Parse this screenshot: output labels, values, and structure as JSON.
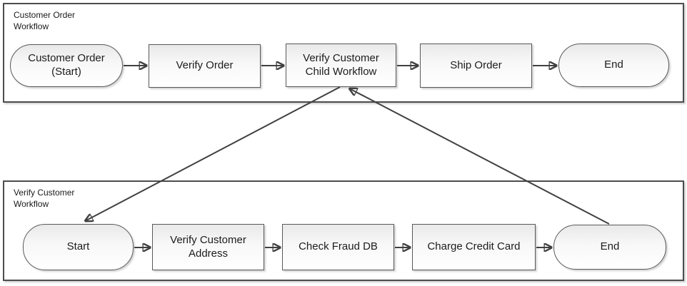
{
  "diagram": {
    "workflows": [
      {
        "title": "Customer Order\nWorkflow",
        "nodes": [
          {
            "label": "Customer Order (Start)",
            "type": "terminator-start"
          },
          {
            "label": "Verify Order",
            "type": "process"
          },
          {
            "label": "Verify Customer Child Workflow",
            "type": "subprocess"
          },
          {
            "label": "Ship Order",
            "type": "process"
          },
          {
            "label": "End",
            "type": "terminator-end"
          }
        ]
      },
      {
        "title": "Verify Customer\nWorkflow",
        "nodes": [
          {
            "label": "Start",
            "type": "terminator-start"
          },
          {
            "label": "Verify Customer Address",
            "type": "process"
          },
          {
            "label": "Check Fraud DB",
            "type": "process"
          },
          {
            "label": "Charge Credit Card",
            "type": "process"
          },
          {
            "label": "End",
            "type": "terminator-end"
          }
        ]
      }
    ],
    "connections": [
      {
        "from": "Customer Order (Start)",
        "to": "Verify Order"
      },
      {
        "from": "Verify Order",
        "to": "Verify Customer Child Workflow"
      },
      {
        "from": "Verify Customer Child Workflow",
        "to": "Ship Order"
      },
      {
        "from": "Ship Order",
        "to": "End"
      },
      {
        "from": "Verify Customer Child Workflow",
        "to": "Start"
      },
      {
        "from": "Start",
        "to": "Verify Customer Address"
      },
      {
        "from": "Verify Customer Address",
        "to": "Check Fraud DB"
      },
      {
        "from": "Check Fraud DB",
        "to": "Charge Credit Card"
      },
      {
        "from": "Charge Credit Card",
        "to": "End"
      },
      {
        "from": "End",
        "to": "Verify Customer Child Workflow"
      }
    ],
    "colors": {
      "node_border": "#595959",
      "node_fill_top": "#e9e9e9",
      "node_fill_bottom": "#ffffff",
      "container_border": "#4d4d4d",
      "arrow": "#404040",
      "text": "#1c1c1c",
      "background": "#ffffff"
    }
  }
}
